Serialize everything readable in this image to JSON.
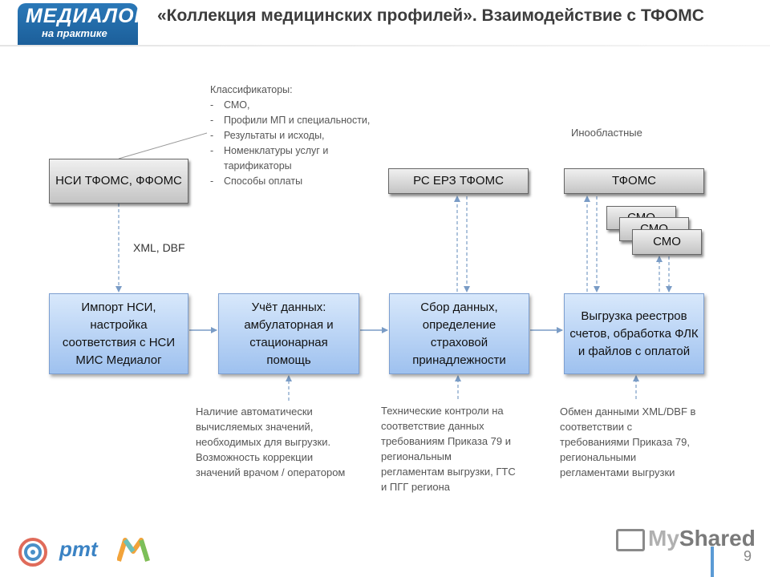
{
  "header": {
    "logo_main": "МЕДИАЛОГ",
    "logo_sub": "на практике",
    "title": "«Коллекция медицинских профилей». Взаимодействие с ТФОМС"
  },
  "classifiers": {
    "heading": "Классификаторы:",
    "items": [
      "СМО,",
      "Профили МП и специальности,",
      "Результаты и исходы,",
      "Номенклатуры  услуг и тарификаторы",
      "Способы оплаты"
    ]
  },
  "labels": {
    "inoblastnye": "Инообластные",
    "xml_dbf": "XML, DBF"
  },
  "grey_boxes": {
    "nsi": "НСИ ТФОМС, ФФОМС",
    "rs_erz": "РС ЕРЗ ТФОМС",
    "tfoms": "ТФОМС",
    "smo1": "СМО",
    "smo2": "СМО",
    "smo3": "СМО"
  },
  "blue_boxes": {
    "import": "Импорт НСИ, настройка соответствия с НСИ МИС Медиалог",
    "uchet": "Учёт данных: амбулаторная и стационарная помощь",
    "sbor": "Сбор данных, определение страховой принадлежности",
    "vygruzka": "Выгрузка реестров счетов, обработка ФЛК и файлов с оплатой"
  },
  "notes": {
    "uchet": [
      "Наличие автоматически",
      "вычисляемых значений,",
      "необходимых для выгрузки.",
      "Возможность коррекции",
      "значений врачом / оператором"
    ],
    "sbor": [
      "Технические контроли на",
      "соответствие данных",
      "требованиям Приказа 79 и",
      "региональным",
      "регламентам выгрузки, ГТС",
      "и ПГГ региона"
    ],
    "vygruzka": [
      "Обмен данными XML/DBF в",
      "соответствии с",
      "требованиями Приказа 79,",
      "региональными",
      "регламентами выгрузки"
    ]
  },
  "footer": {
    "pmt": "pmt",
    "myshared_my": "My",
    "myshared_shared": "Shared",
    "page_number": "9"
  },
  "colors": {
    "logo_blue": "#1c5f9a",
    "box_blue": "#9ec1ef",
    "box_grey": "#c4c4c4",
    "connector": "#7a9cc6"
  }
}
